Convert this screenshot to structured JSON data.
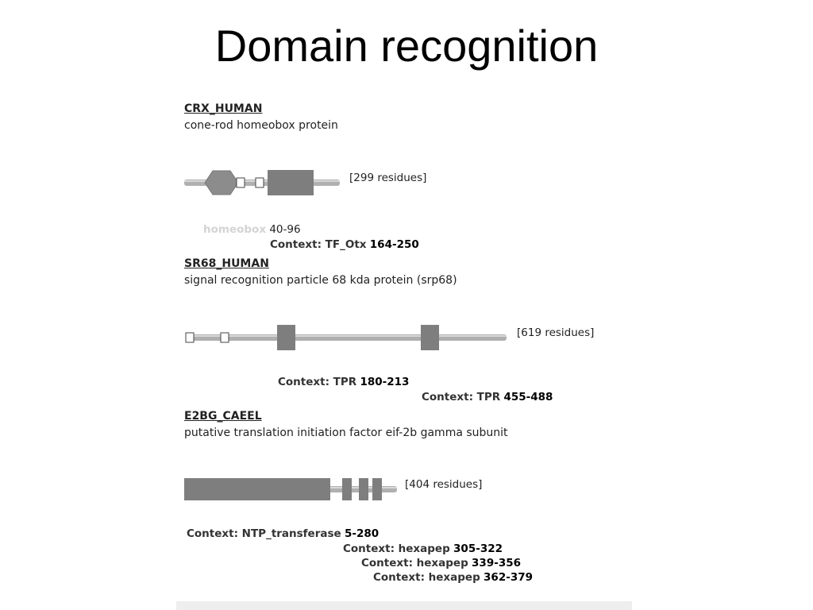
{
  "slide": {
    "title": "Domain recognition"
  },
  "proteins": [
    {
      "id": "CRX_HUMAN",
      "description": "cone-rod homeobox protein",
      "length_label": "[299 residues]",
      "annotations": [
        {
          "name": "homeobox",
          "range": "40-96"
        },
        {
          "label": "Context: TF_Otx",
          "range": "164-250"
        }
      ]
    },
    {
      "id": "SR68_HUMAN",
      "description": "signal recognition particle 68 kda protein (srp68)",
      "length_label": "[619 residues]",
      "annotations": [
        {
          "label": "Context: TPR",
          "range": "180-213"
        },
        {
          "label": "Context: TPR",
          "range": "455-488"
        }
      ]
    },
    {
      "id": "E2BG_CAEEL",
      "description": "putative translation initiation factor eif-2b gamma subunit",
      "length_label": "[404 residues]",
      "annotations": [
        {
          "label": "Context: NTP_transferase",
          "range": "5-280"
        },
        {
          "label": "Context: hexapep",
          "range": "305-322"
        },
        {
          "label": "Context: hexapep",
          "range": "339-356"
        },
        {
          "label": "Context: hexapep",
          "range": "362-379"
        }
      ]
    }
  ]
}
